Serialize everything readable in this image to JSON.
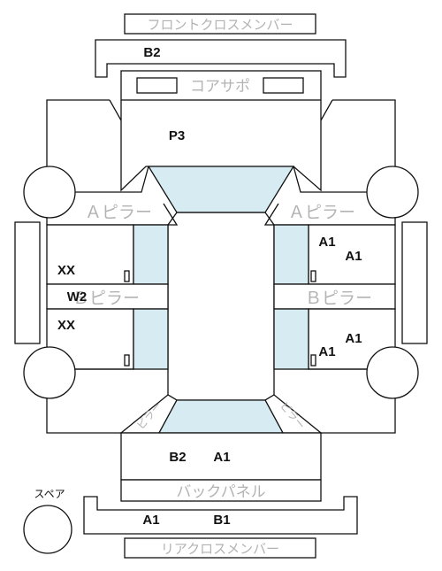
{
  "labels": {
    "front_cross_member": "フロントクロスメンバー",
    "core_support": "コアサポ",
    "a_pillar": "Ａピラー",
    "b_pillar": "Ｂピラー",
    "c_pillar": "ピラー",
    "back_panel": "バックパネル",
    "rear_cross_member": "リアクロスメンバー",
    "spare": "スペア"
  },
  "codes": {
    "front_member": "B2",
    "core_support": "P3",
    "left_front_door": "XX",
    "left_b_pillar": "W2",
    "left_rear_door": "XX",
    "right_front_door_1": "A1",
    "right_front_door_2": "A1",
    "right_rear_door_1": "A1",
    "right_rear_door_2": "A1",
    "trunk_1": "B2",
    "trunk_2": "A1",
    "rear_member_1": "A1",
    "rear_member_2": "B1"
  },
  "colors": {
    "glass": "#d7ecf2",
    "line": "#111111",
    "label_gray": "#b3b3b3"
  }
}
